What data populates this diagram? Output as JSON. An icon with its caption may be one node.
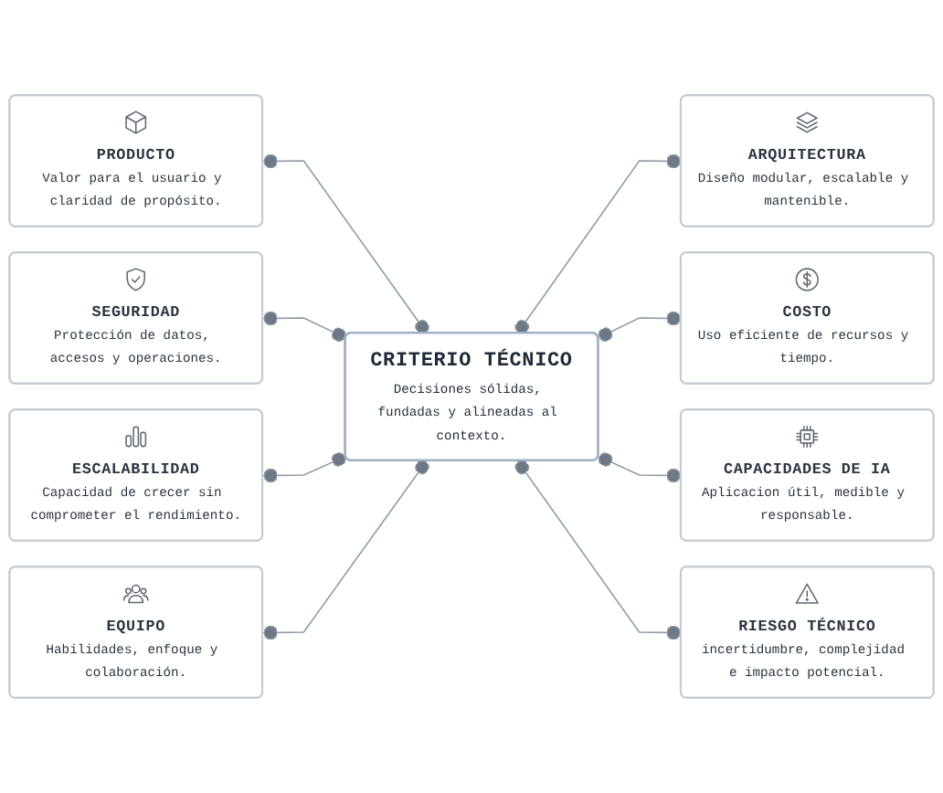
{
  "diagram": {
    "nodes": [
      {
        "text": [
          "PRODUCTO",
          "Valor para el usuario y claridad de propósito."
        ]
      },
      {
        "text": [
          "SEGURIDAD",
          "Protección de datos, accesos y operaciones."
        ]
      },
      {
        "text": [
          "ARQUITECTURA",
          "Diseño modular, escalable y mantenible."
        ]
      },
      {
        "text": [
          "ESCALABILIDAD",
          "Capacidad de crecer sin comprometer el rendimiento."
        ]
      },
      {
        "text": [
          "CRITERIO TÉCNICO",
          "Decisiones sólidas, fundadas y alineadas al contexto."
        ]
      },
      {
        "text": [
          "COSTO",
          "Uso eficiente de recursos y tiempo."
        ]
      },
      {
        "text": [
          "EQUIPO",
          "Habilidades, enfoque y colaboración."
        ]
      },
      {
        "text": [
          "CAPACIDADES DE IA",
          "Aplicacion útil, medible y responsable."
        ]
      },
      {
        "text": [
          "RIESGO TÉCNICO",
          "incertidumbre, complejidad e impacto potencial."
        ]
      }
    ],
    "edges": [
      {
        "from": 0,
        "to": 4,
        "arrow": "other"
      },
      {
        "from": 1,
        "to": 4,
        "arrow": "other"
      },
      {
        "from": 4,
        "to": 2,
        "arrow": "other"
      },
      {
        "from": 3,
        "to": 4,
        "arrow": "other"
      },
      {
        "from": 4,
        "to": 5,
        "arrow": "other"
      },
      {
        "from": 6,
        "to": 4,
        "arrow": "other"
      },
      {
        "from": 4,
        "to": 7,
        "arrow": "other"
      },
      {
        "from": 4,
        "to": 8,
        "arrow": "other"
      }
    ]
  }
}
